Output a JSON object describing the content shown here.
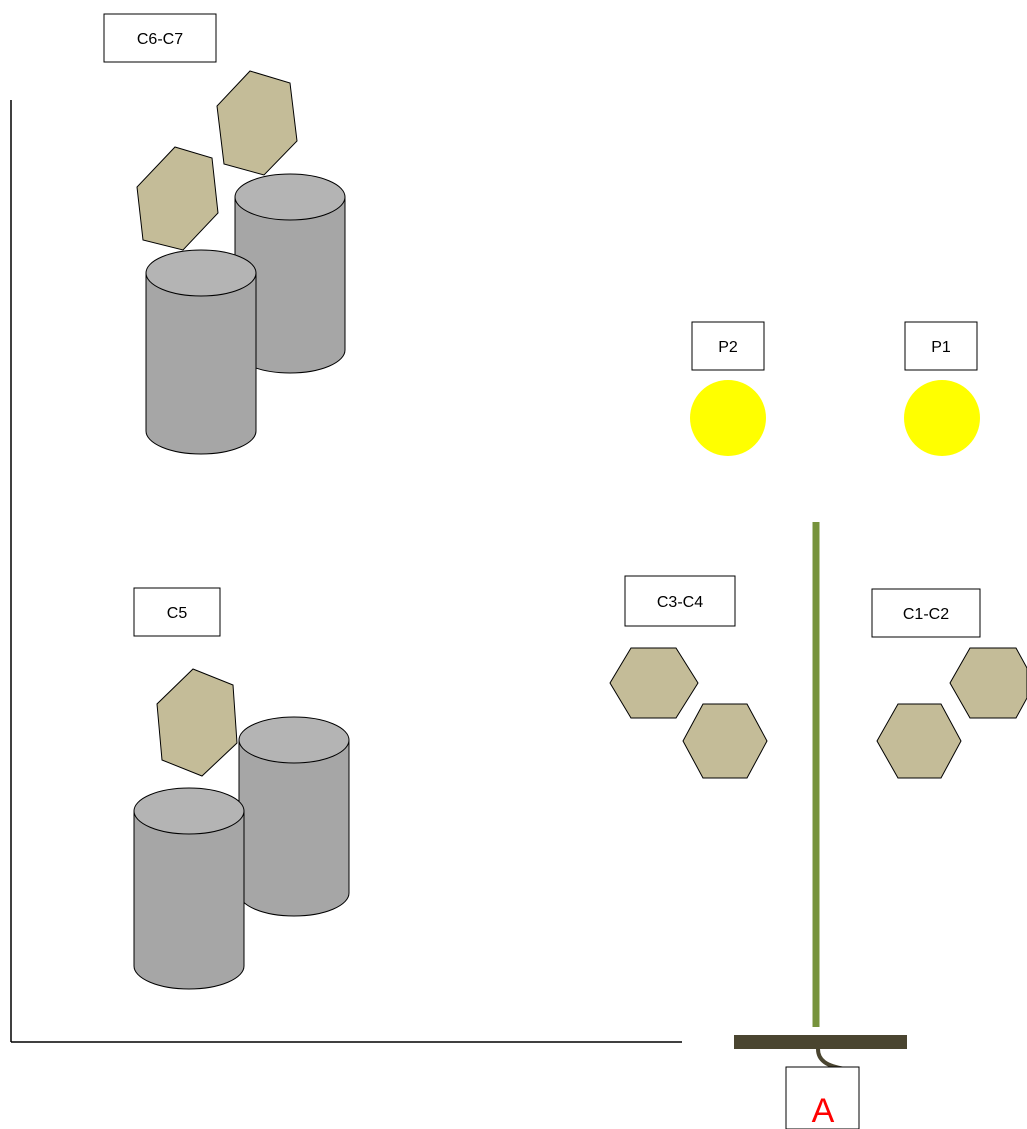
{
  "labels": {
    "c6_c7": "C6-C7",
    "p2": "P2",
    "p1": "P1",
    "c5": "C5",
    "c3_c4": "C3-C4",
    "c1_c2": "C1-C2",
    "a": "A"
  },
  "colors": {
    "background": "#ffffff",
    "axis": "#000000",
    "hexagon_fill": "#c4bc98",
    "cylinder_side": "#a6a6a6",
    "cylinder_top": "#b4b4b4",
    "circle_fill": "#ffff00",
    "pole": "#77933c",
    "base_bar": "#4a4530",
    "label_a": "#ff0000"
  }
}
